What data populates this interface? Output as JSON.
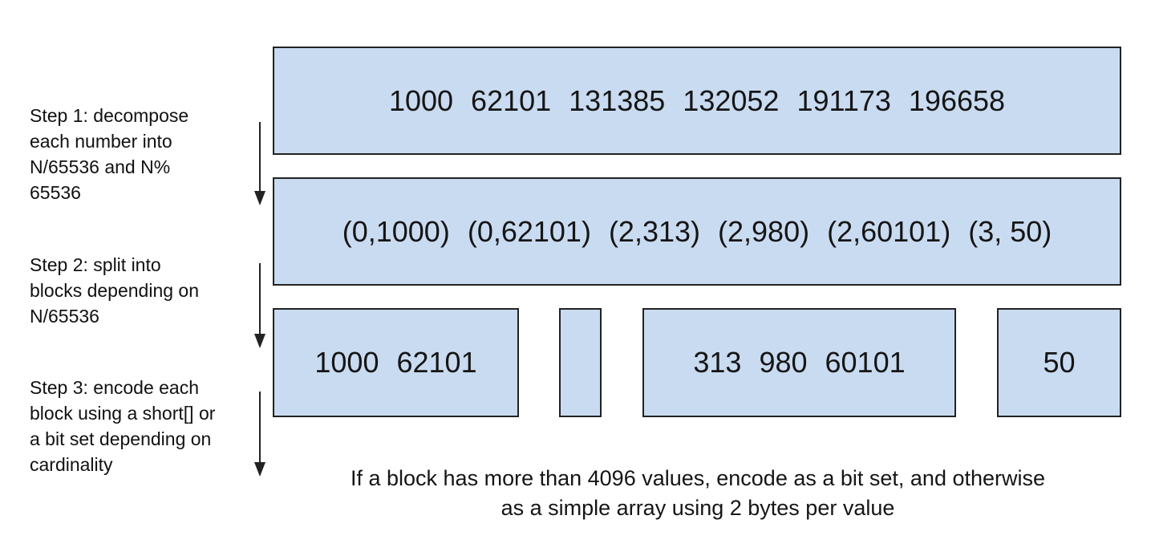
{
  "steps": [
    {
      "text": "Step 1: decompose\neach number into\nN/65536 and N%\n65536"
    },
    {
      "text": "Step 2: split into\nblocks depending on\nN/65536"
    },
    {
      "text": "Step 3: encode each\nblock using a short[] or\na bit set depending on\ncardinality"
    }
  ],
  "input_numbers": [
    "1000",
    "62101",
    "131385",
    "132052",
    "191173",
    "196658"
  ],
  "decomposed_pairs": [
    "(0,1000)",
    "(0,62101)",
    "(2,313)",
    "(2,980)",
    "(2,60101)",
    "(3, 50)"
  ],
  "blocks": [
    {
      "values": [
        "1000",
        "62101"
      ]
    },
    {
      "values": []
    },
    {
      "values": [
        "313",
        "980",
        "60101"
      ]
    },
    {
      "values": [
        "50"
      ]
    }
  ],
  "note": {
    "line1": "If a block has more than 4096 values, encode as a bit set, and otherwise",
    "line2": "as a simple array using 2 bytes per value"
  },
  "colors": {
    "box_fill": "#c9dbf0",
    "box_border": "#222222"
  }
}
